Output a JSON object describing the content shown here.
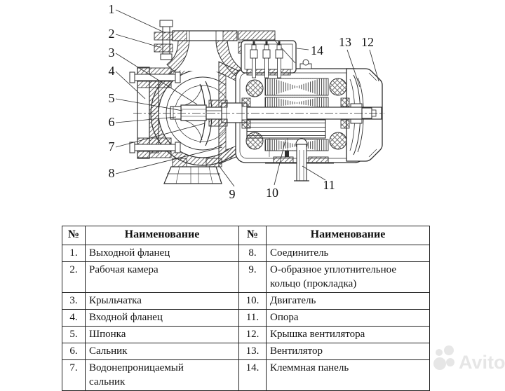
{
  "diagram": {
    "description": "Cross-section technical drawing of a centrifugal pump with electric motor",
    "callouts": [
      "1",
      "2",
      "3",
      "4",
      "5",
      "6",
      "7",
      "8",
      "9",
      "10",
      "11",
      "12",
      "13",
      "14"
    ]
  },
  "table": {
    "header": {
      "num": "№",
      "name": "Наименование"
    },
    "rows": [
      {
        "ln": "1.",
        "lname": "Выходной фланец",
        "rn": "8.",
        "rname": "Соединитель"
      },
      {
        "ln": "2.",
        "lname": "Рабочая камера",
        "rn": "9.",
        "rname": "О-образное уплотнительное\nкольцо (прокладка)"
      },
      {
        "ln": "3.",
        "lname": "Крыльчатка",
        "rn": "10.",
        "rname": "Двигатель"
      },
      {
        "ln": "4.",
        "lname": "Входной фланец",
        "rn": "11.",
        "rname": "Опора"
      },
      {
        "ln": "5.",
        "lname": "Шпонка",
        "rn": "12.",
        "rname": "Крышка вентилятора"
      },
      {
        "ln": "6.",
        "lname": "Сальник",
        "rn": "13.",
        "rname": "Вентилятор"
      },
      {
        "ln": "7.",
        "lname": "Водонепроницаемый\nсальник",
        "rn": "14.",
        "rname": "Клеммная панель"
      }
    ]
  },
  "watermark": {
    "text": "Avito"
  }
}
